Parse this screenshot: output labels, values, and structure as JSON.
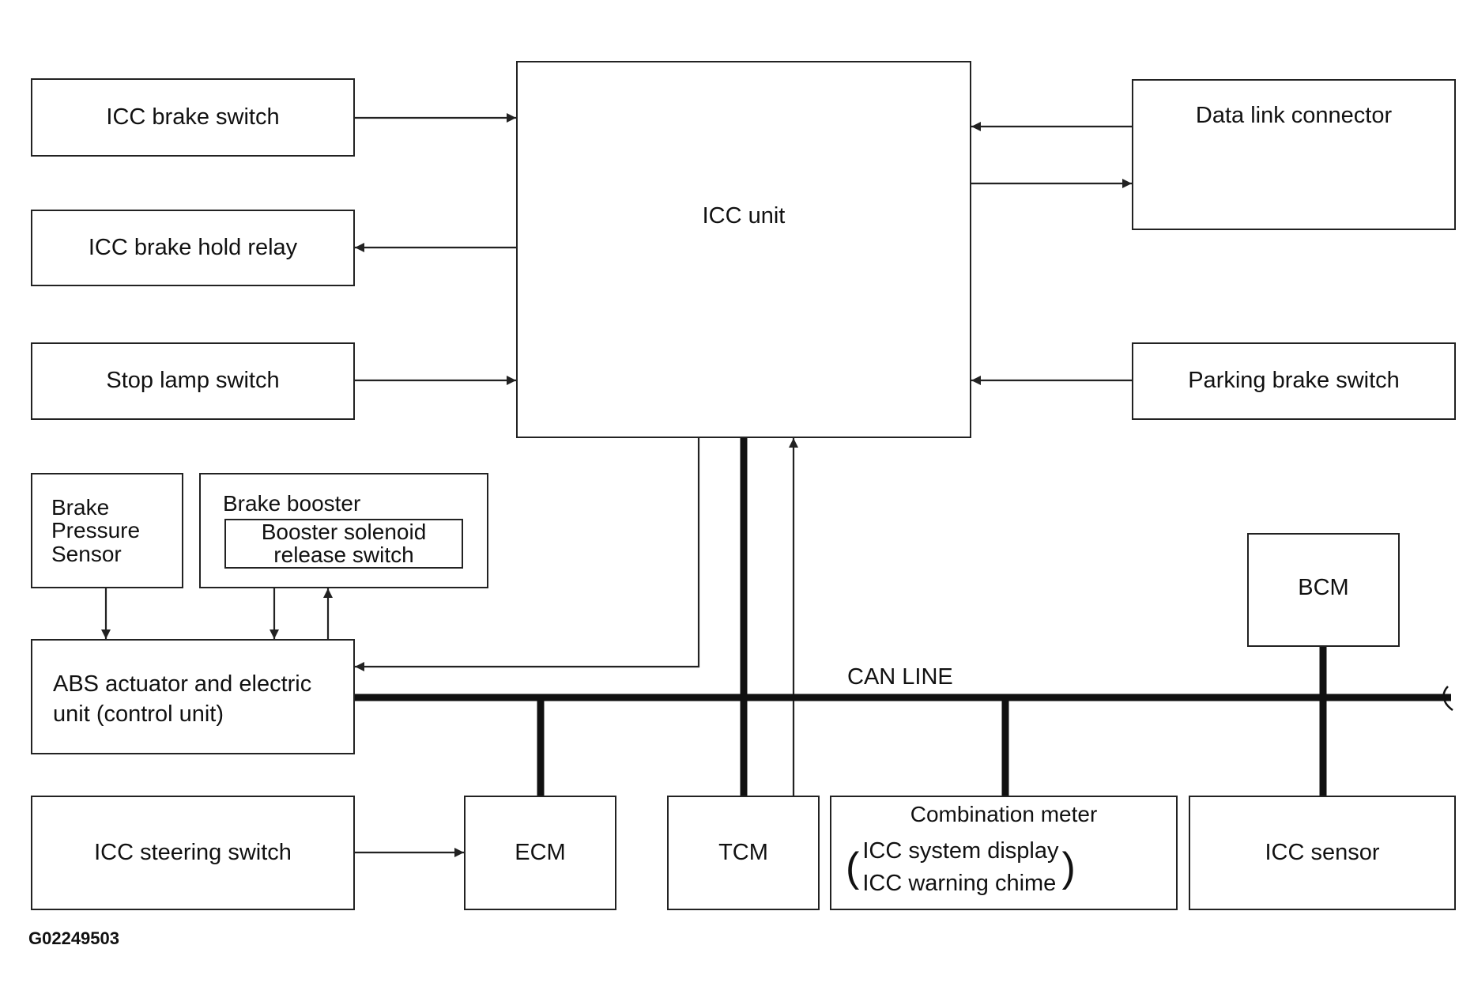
{
  "diagram": {
    "icc_unit": "ICC unit",
    "icc_brake_switch": "ICC brake switch",
    "icc_brake_hold_relay": "ICC brake hold relay",
    "stop_lamp_switch": "Stop lamp switch",
    "data_link_connector": "Data link connector",
    "parking_brake_switch": "Parking brake switch",
    "brake_pressure_sensor": [
      "Brake",
      "Pressure",
      "Sensor"
    ],
    "brake_booster": "Brake booster",
    "booster_solenoid": [
      "Booster solenoid",
      "release switch"
    ],
    "abs_unit": [
      "ABS actuator and electric",
      "unit (control unit)"
    ],
    "bcm": "BCM",
    "can_line": "CAN LINE",
    "icc_steering_switch": "ICC steering switch",
    "ecm": "ECM",
    "tcm": "TCM",
    "combination_meter": "Combination meter",
    "combination_meter_items": [
      "ICC system display",
      "ICC warning chime"
    ],
    "icc_sensor": "ICC sensor",
    "figure_code": "G02249503"
  }
}
